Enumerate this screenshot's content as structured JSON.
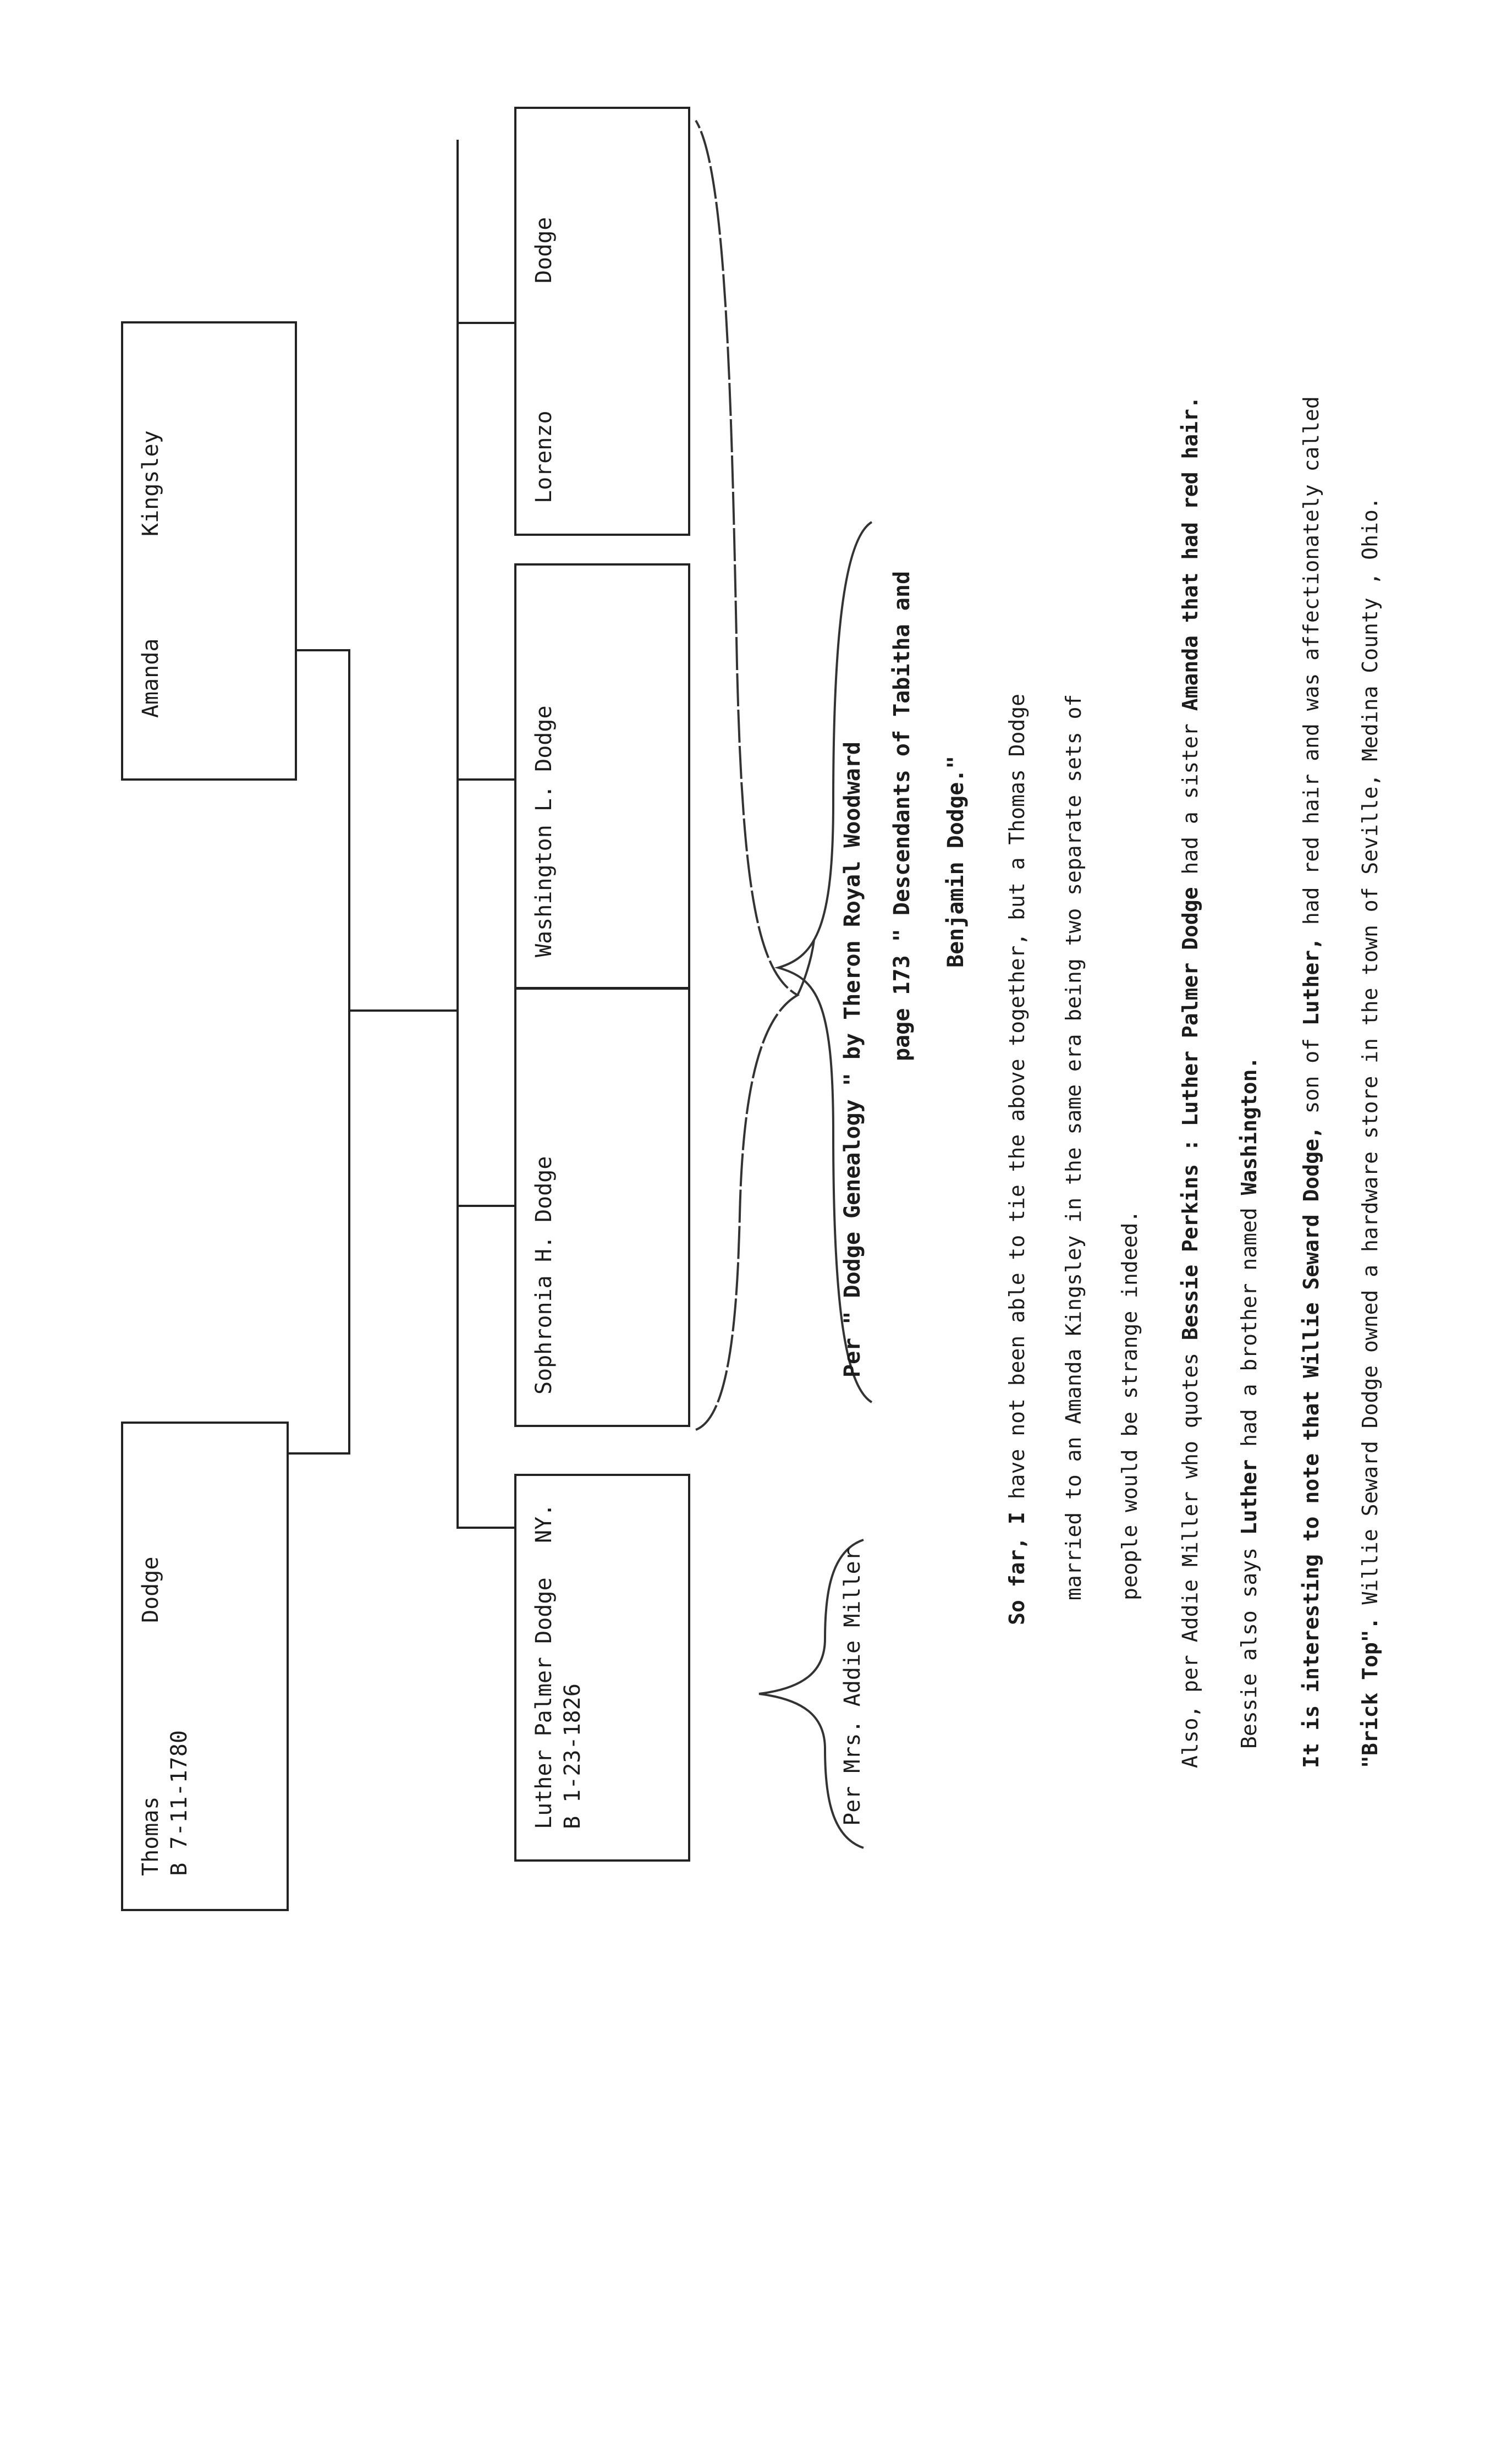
{
  "tree": {
    "parents": {
      "thomas": {
        "given": "Thomas",
        "surname": "Dodge",
        "born": "B 7-11-1780"
      },
      "amanda": {
        "given": "Amanda",
        "surname": "Kingsley"
      }
    },
    "children": [
      {
        "line1": "Luther Palmer Dodge",
        "born": "B 1-23-1826",
        "place": "NY."
      },
      {
        "line1": "Sophronia H. Dodge"
      },
      {
        "line1": "Washington L. Dodge"
      },
      {
        "line1": "Lorenzo",
        "surname": "Dodge"
      }
    ]
  },
  "sources": {
    "addie": "Per Mrs. Addie Miller",
    "genealogy_line1": "Per \" Dodge Genealogy \" by Theron Royal Woodward",
    "genealogy_line2": "page 173 \" Descendants of Tabitha and",
    "genealogy_line3": "Benjamin Dodge.\""
  },
  "notes": {
    "p1_l1_a": "So far, ",
    "p1_l1_b": "I",
    "p1_l1_c": " have not been able to tie the above together, but a Thomas Dodge",
    "p1_l2": "married to an Amanda Kingsley in the same era being two separate sets of",
    "p1_l3": "people would be strange indeed.",
    "p2_l1_a": "Also, per Addie Miller who quotes ",
    "p2_l1_b": "Bessie Perkins : Luther Palmer Dodge",
    "p2_l1_c": " had a sister ",
    "p2_l1_d": "Amanda",
    "p2_l1_e": " that had red hair.",
    "p2_l2_a": "Bessie also says ",
    "p2_l2_b": "Luther",
    "p2_l2_c": " had a brother named ",
    "p2_l2_d": "Washington.",
    "p3_l1_a": "It is interesting to note that ",
    "p3_l1_b": "Willie Seward Dodge,",
    "p3_l1_c": " son of ",
    "p3_l1_d": "Luther,",
    "p3_l1_e": " had red hair and was affectionately called",
    "p3_l2_a": "\"Brick Top\".",
    "p3_l2_b": " Willie Seward Dodge owned a hardware store in the town of Seville, Medina County , Ohio."
  }
}
